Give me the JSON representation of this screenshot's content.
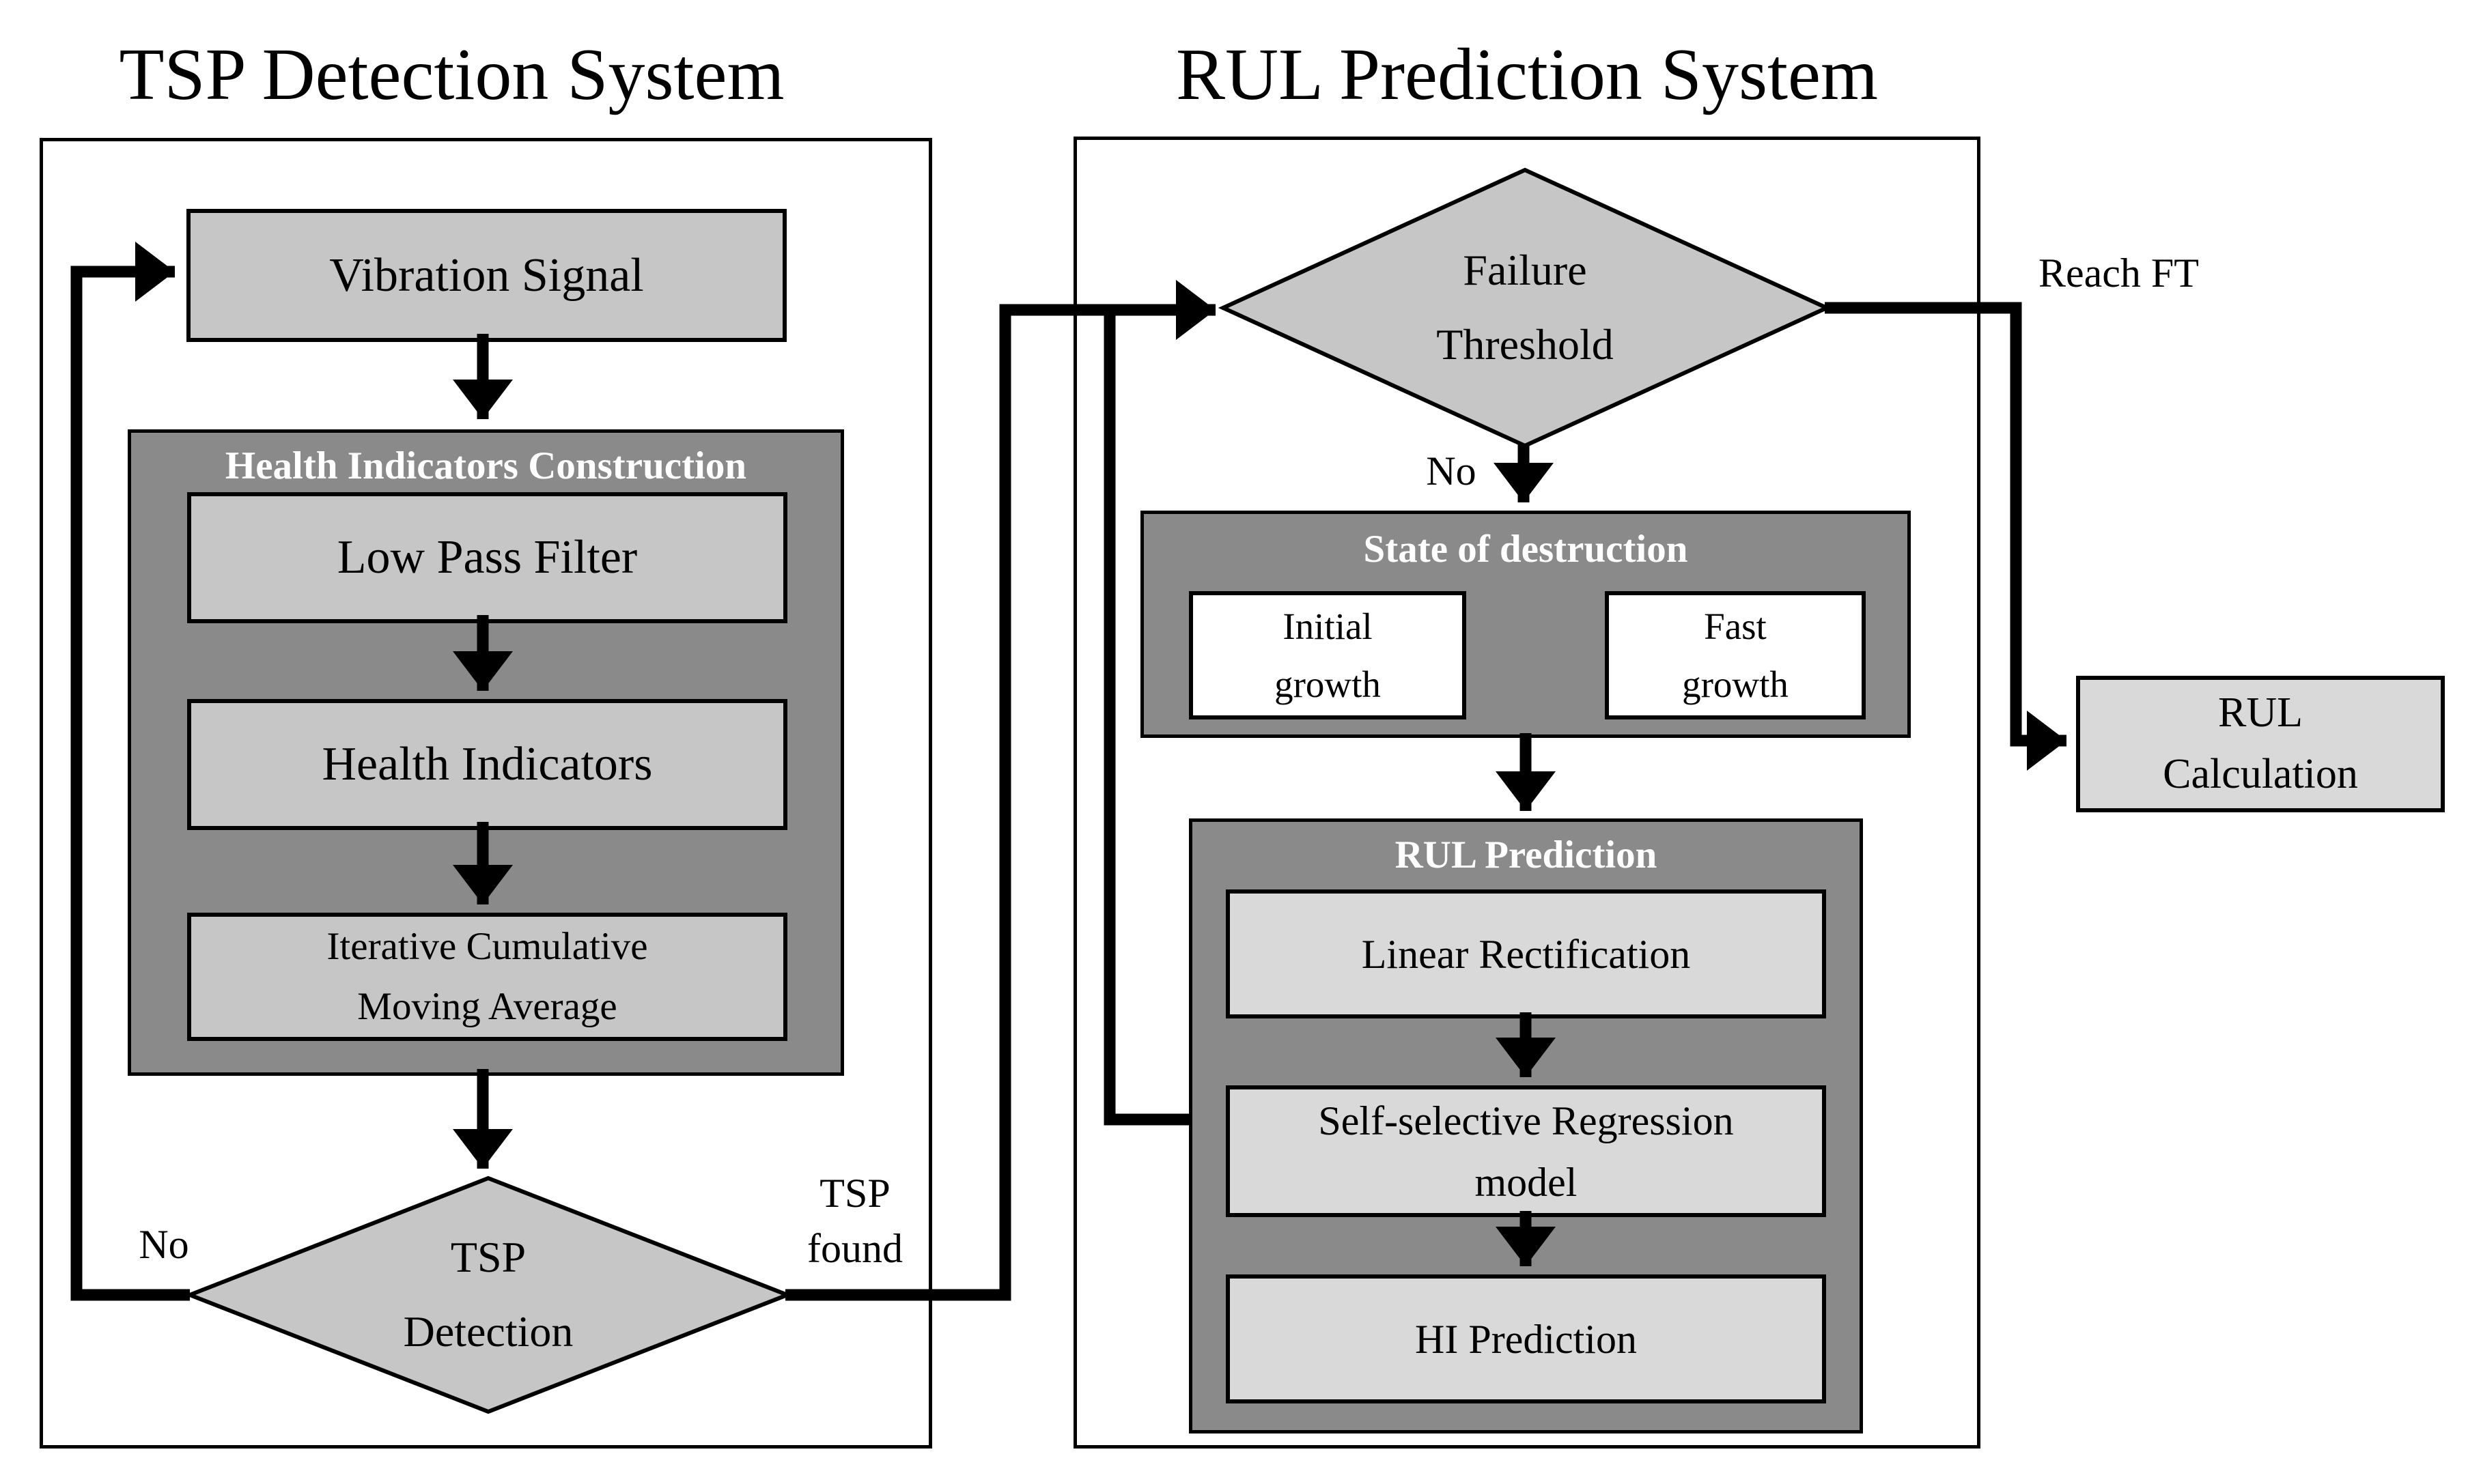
{
  "colors": {
    "background": "#ffffff",
    "process_box_fill": "#c6c6c6",
    "dark_panel_fill": "#8a8a8a",
    "light_box_fill": "#d9d9d9",
    "white_box_fill": "#ffffff",
    "line_color": "#000000",
    "panel_header_text": "#ffffff"
  },
  "tsp_system": {
    "title": "TSP Detection System",
    "vibration_signal_label": "Vibration Signal",
    "health_indicators_construction": {
      "title": "Health Indicators Construction",
      "steps": [
        {
          "label": "Low Pass Filter"
        },
        {
          "label": "Health Indicators"
        },
        {
          "label": "Iterative Cumulative Moving Average"
        }
      ]
    },
    "tsp_detection_decision_label": "TSP Detection",
    "no_branch_label": "No",
    "found_branch_label": "TSP found"
  },
  "rul_system": {
    "title": "RUL Prediction System",
    "failure_threshold_decision_label": "Failure Threshold",
    "no_branch_label": "No",
    "reach_ft_branch_label": "Reach FT",
    "state_of_destruction": {
      "title": "State of destruction",
      "items": [
        {
          "label": "Initial growth"
        },
        {
          "label": "Fast growth"
        }
      ]
    },
    "rul_prediction": {
      "title": "RUL Prediction",
      "steps": [
        {
          "label": "Linear Rectification"
        },
        {
          "label": "Self-selective Regression model"
        },
        {
          "label": "HI Prediction"
        }
      ]
    }
  },
  "rul_calculation_label": "RUL Calculation"
}
